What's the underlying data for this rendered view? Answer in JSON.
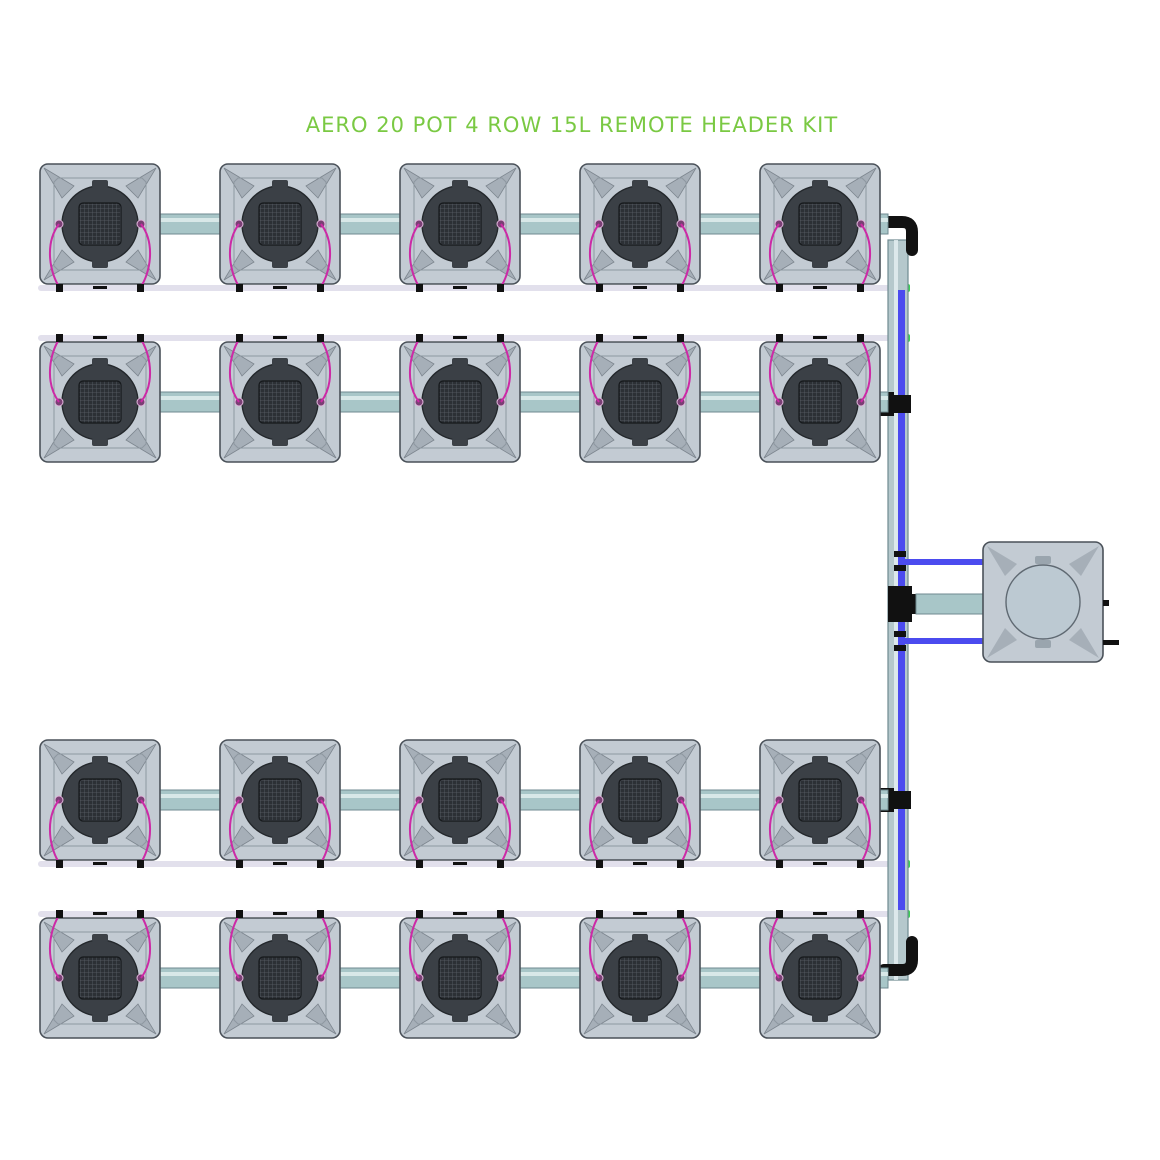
{
  "title": "AERO 20 POT 4 ROW 15L REMOTE HEADER KIT",
  "colors": {
    "title": "#7ac943",
    "pot_body": "#c3cbd3",
    "pot_outline": "#4a5159",
    "pot_facet": "#a6afb8",
    "lid": "#3b4046",
    "grid": "#2c3035",
    "link_pipe": "#a8c6c8",
    "drip_line": "#cc2aa6",
    "feed_line": "#e2e0ec",
    "supply_line": "#4b4bef",
    "header_pipe": "#b5c8cc",
    "fitting": "#111111",
    "green_connector": "#39d353",
    "tank_lid": "#bcc9d2"
  },
  "layout": {
    "rows": 4,
    "pots_per_row": 5,
    "pot_volume_label": "15L",
    "header_type": "remote",
    "tank": "header tank"
  }
}
